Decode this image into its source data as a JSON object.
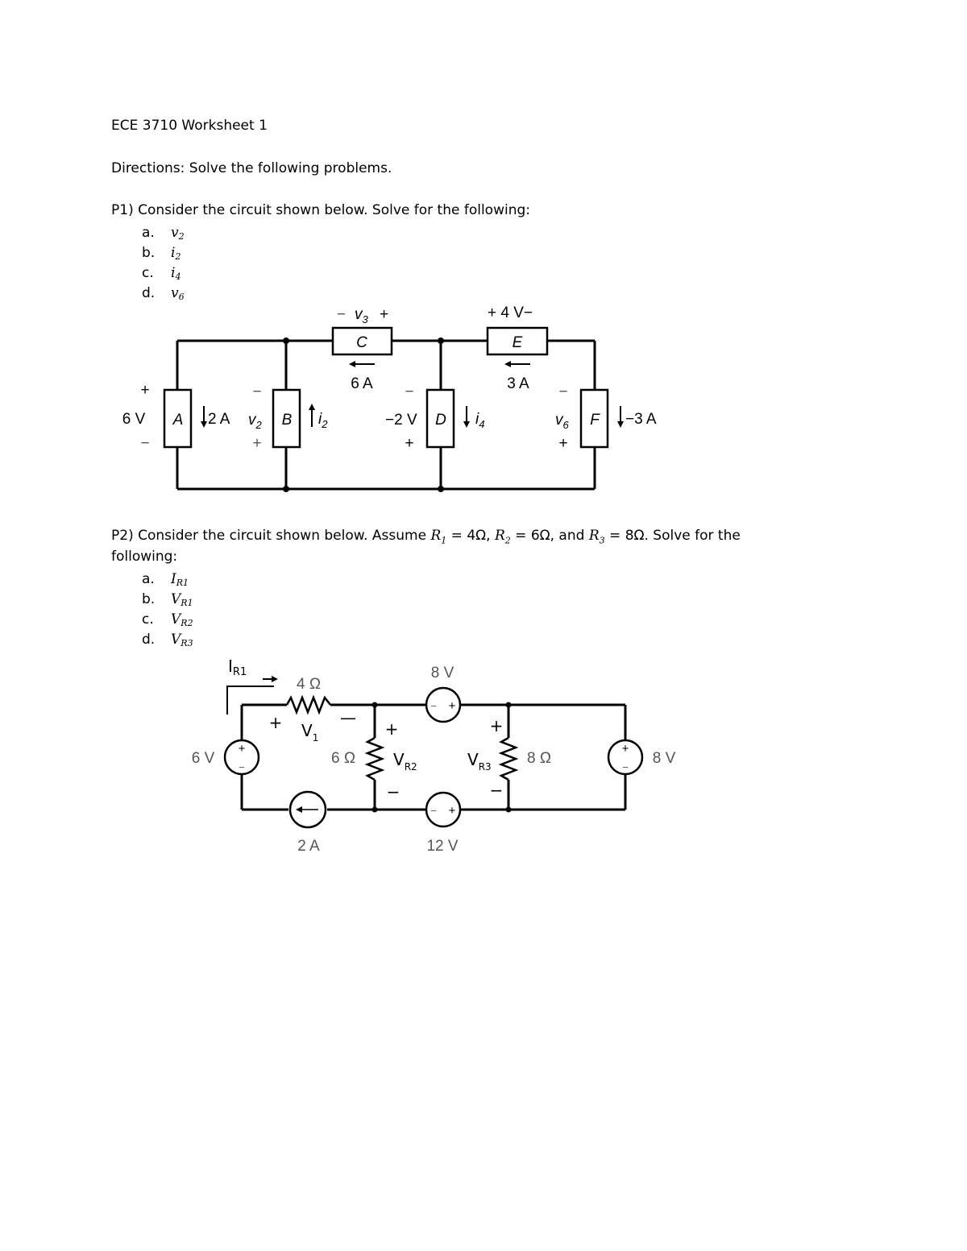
{
  "title": "ECE 3710 Worksheet 1",
  "directions": "Directions: Solve the following problems.",
  "p1": {
    "prompt": "P1) Consider the circuit shown below. Solve for the following:",
    "items": [
      {
        "letter": "a.",
        "var": "v",
        "sub": "2"
      },
      {
        "letter": "b.",
        "var": "i",
        "sub": "2"
      },
      {
        "letter": "c.",
        "var": "i",
        "sub": "4"
      },
      {
        "letter": "d.",
        "var": "v",
        "sub": "6"
      }
    ],
    "circuit": {
      "elem_a": "A",
      "elem_b": "B",
      "elem_c": "C",
      "elem_d": "D",
      "elem_e": "E",
      "elem_f": "F",
      "v3_minus": "−",
      "v3": "v",
      "v3_sub": "3",
      "v3_plus": "+",
      "e_volt": "+ 4 V−",
      "c_current": "6 A",
      "e_current": "3 A",
      "a_plus": "+",
      "a_volt": "6 V",
      "a_minus": "−",
      "a_current": "2 A",
      "b_minus": "−",
      "b_volt": "v",
      "b_volt_sub": "2",
      "b_plus": "+",
      "b_current": "i",
      "b_current_sub": "2",
      "d_minus": "−",
      "d_volt": "−2 V",
      "d_plus": "+",
      "d_current": "i",
      "d_current_sub": "4",
      "f_minus": "−",
      "f_volt": "v",
      "f_volt_sub": "6",
      "f_plus": "+",
      "f_current": "−3 A"
    }
  },
  "p2": {
    "prompt_pre": "P2) Consider the circuit shown below. Assume ",
    "r1": "R",
    "r1_sub": "1",
    "r1_val": " = 4Ω, ",
    "r2": "R",
    "r2_sub": "2",
    "r2_val": " = 6Ω, and ",
    "r3": "R",
    "r3_sub": "3",
    "r3_val": " = 8Ω. Solve for the",
    "prompt_line2": "following:",
    "items": [
      {
        "letter": "a.",
        "var": "I",
        "sub": "R1"
      },
      {
        "letter": "b.",
        "var": "V",
        "sub": "R1"
      },
      {
        "letter": "c.",
        "var": "V",
        "sub": "R2"
      },
      {
        "letter": "d.",
        "var": "V",
        "sub": "R3"
      }
    ],
    "circuit": {
      "ir1": "I",
      "ir1_sub": "R1",
      "r1": "4 Ω",
      "r2": "6 Ω",
      "r3": "8 Ω",
      "v1": "V",
      "v1_sub": "1",
      "vr2": "V",
      "vr2_sub": "R2",
      "vr3": "V",
      "vr3_sub": "R3",
      "src_left": "6 V",
      "src_top": "8 V",
      "src_bottom": "12 V",
      "src_right": "8 V",
      "src_current": "2 A",
      "plus": "+",
      "minus": "−",
      "dash": "—"
    }
  }
}
